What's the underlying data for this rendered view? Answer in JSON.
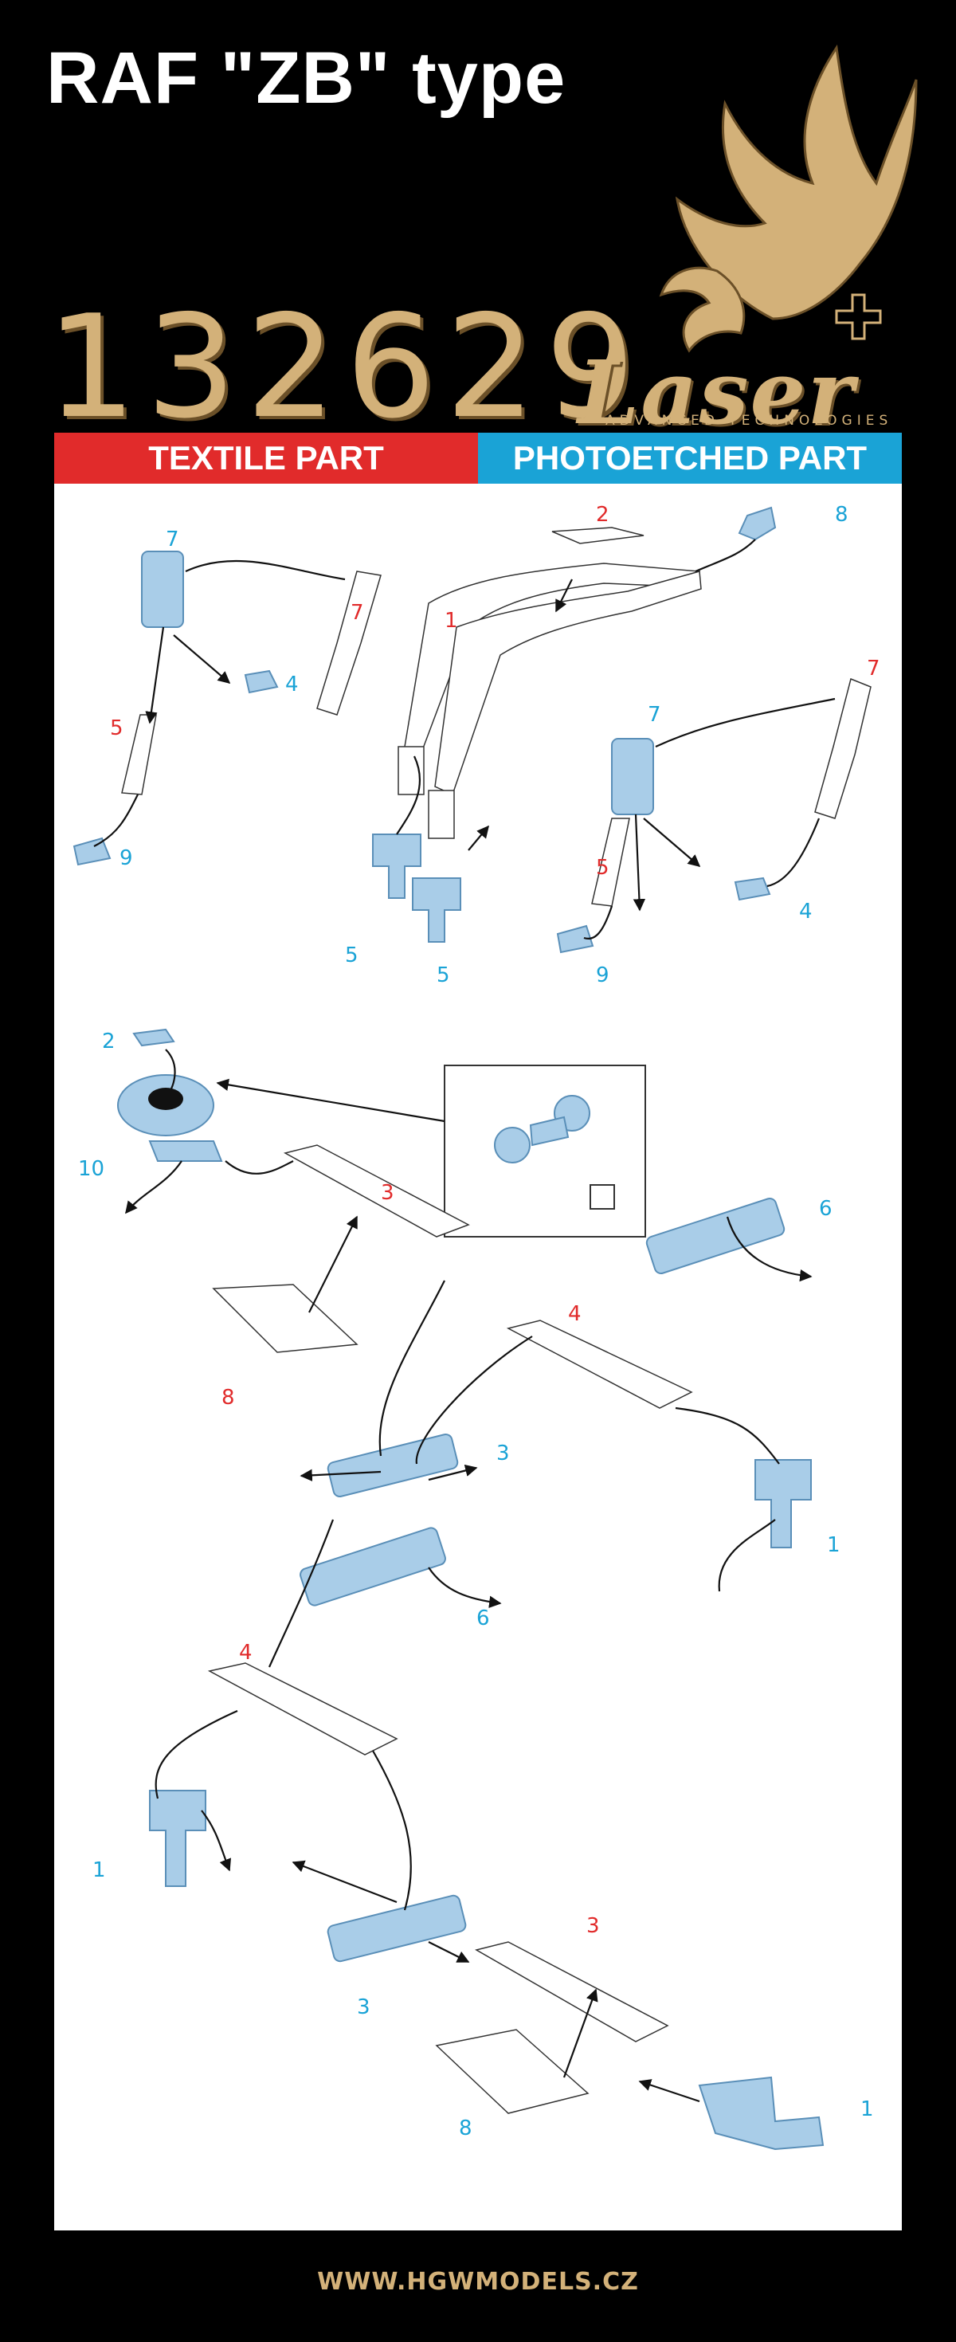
{
  "header": {
    "title": "RAF \"ZB\" type",
    "product_number": "132629",
    "logo_text": "Laser",
    "logo_subtext": "ADVANCED TECHNOLOGIES"
  },
  "legend": {
    "textile_label": "TEXTILE PART",
    "photoetched_label": "PHOTOETCHED PART"
  },
  "colors": {
    "background": "#000000",
    "gold": "#d3b179",
    "textile": "#e12b2b",
    "photoetched": "#1aa3d6",
    "pe_part_fill": "#a9cde8"
  },
  "diagram": {
    "labels": {
      "a": "7",
      "b": "7",
      "c": "5",
      "d": "4",
      "e": "9",
      "f": "1",
      "g": "2",
      "h": "8",
      "i": "5",
      "j": "5",
      "k": "7",
      "l": "7",
      "m": "5",
      "n": "4",
      "o": "9",
      "p": "2",
      "q": "10",
      "r": "3",
      "s": "8",
      "t": "6",
      "u": "4",
      "v": "3",
      "w": "1",
      "x": "6",
      "y": "4",
      "z": "1",
      "aa": "3",
      "ab": "3",
      "ac": "8",
      "ad": "1"
    }
  },
  "footer": {
    "url": "WWW.HGWMODELS.CZ"
  }
}
